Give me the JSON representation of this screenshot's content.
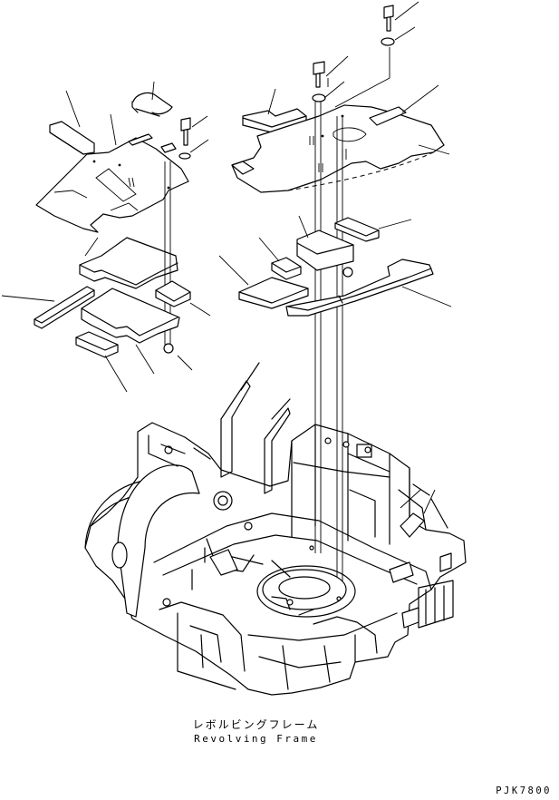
{
  "diagram": {
    "caption_jp": "レボルビングフレーム",
    "caption_en": "Revolving Frame",
    "drawing_code": "PJK7800"
  },
  "colors": {
    "ink": "#000000",
    "paper": "#ffffff"
  }
}
